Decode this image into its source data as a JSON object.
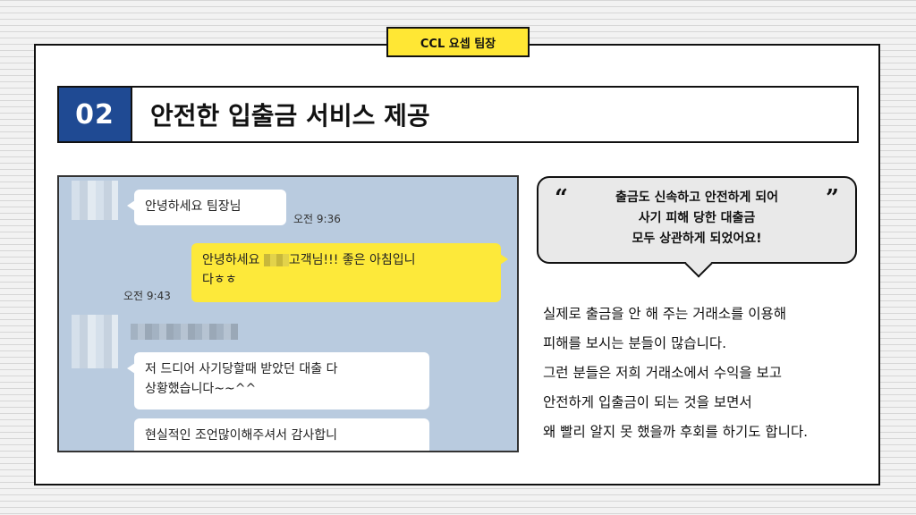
{
  "badge": "CCL 요셉 팀장",
  "title": {
    "number": "02",
    "text": "안전한 입출금 서비스 제공"
  },
  "chat": {
    "msg1": "안녕하세요 팀장님",
    "msg1_time": "오전 9:36",
    "msg2_part1": "안녕하세요",
    "msg2_part2": "고객님!!! 좋은 아침입니",
    "msg2_line2": "다ㅎㅎ",
    "msg2_time": "오전 9:43",
    "msg3_line1": "저 드디어 사기당할때 받았던 대출 다",
    "msg3_line2": "상황했습니다~~^^",
    "msg4": "현실적인 조언많이해주셔서 감사합니"
  },
  "quote": {
    "open_mark": "“",
    "close_mark": "”",
    "lines": [
      "출금도 신속하고 안전하게 되어",
      "사기 피해 당한 대출금",
      "모두 상관하게 되었어요!"
    ]
  },
  "body": {
    "lines": [
      "실제로 출금을 안 해 주는 거래소를 이용해",
      "피해를 보시는 분들이 많습니다.",
      "그런 분들은 저희 거래소에서 수익을 보고",
      "안전하게 입출금이 되는 것을 보면서",
      "왜 빨리 알지 못 했을까 후회를 하기도 합니다."
    ]
  }
}
